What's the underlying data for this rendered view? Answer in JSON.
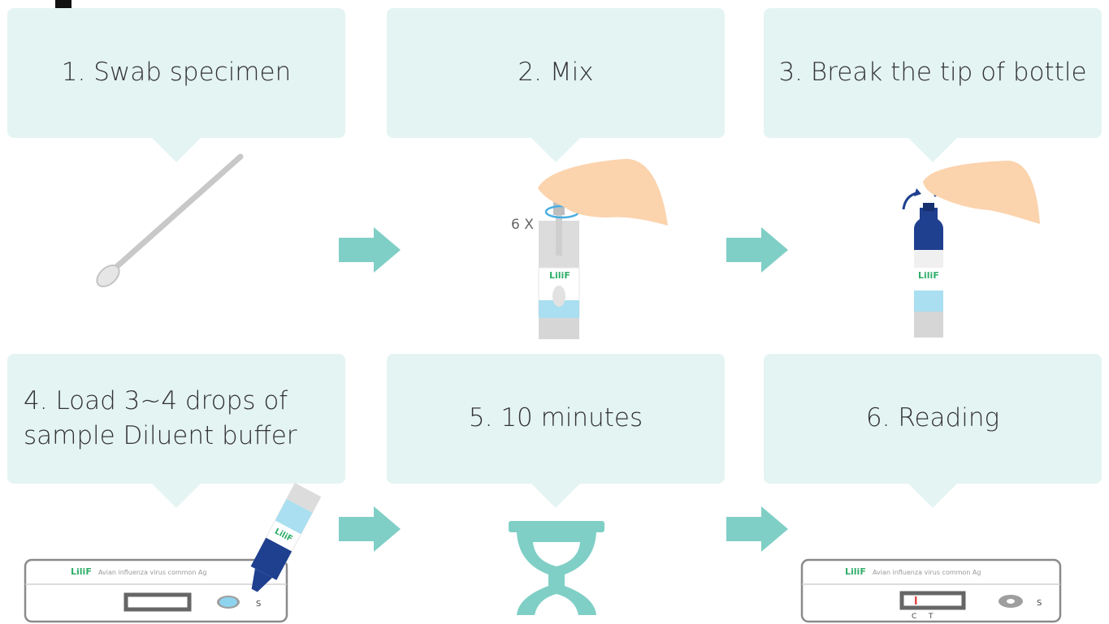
{
  "steps": [
    {
      "number": "1.",
      "label": "Swab specimen"
    },
    {
      "number": "2.",
      "label": "Mix",
      "count": "6 X"
    },
    {
      "number": "3.",
      "label": "Break the tip of bottle"
    },
    {
      "number": "4.",
      "label_line1": "Load 3~4 drops of",
      "label_line2": "sample Diluent buffer"
    },
    {
      "number": "5.",
      "label": "10 minutes"
    },
    {
      "number": "6.",
      "label": "Reading"
    }
  ],
  "brand": "LiliF",
  "device": {
    "product_name": "Avian influenza virus common Ag",
    "sample_well": "S",
    "control_line": "C",
    "test_line": "T"
  },
  "colors": {
    "bubble": "#e4f4f3",
    "arrow": "#7fcfc6",
    "hourglass": "#7fcfc6",
    "cap": "#1f3f8f",
    "liquid": "#a9dff0",
    "skin": "#fbd3ad"
  },
  "icons": [
    "swab-icon",
    "tube-icon",
    "hand-icon",
    "bottle-icon",
    "hourglass-icon",
    "test-cassette-icon",
    "arrow-right-icon"
  ]
}
